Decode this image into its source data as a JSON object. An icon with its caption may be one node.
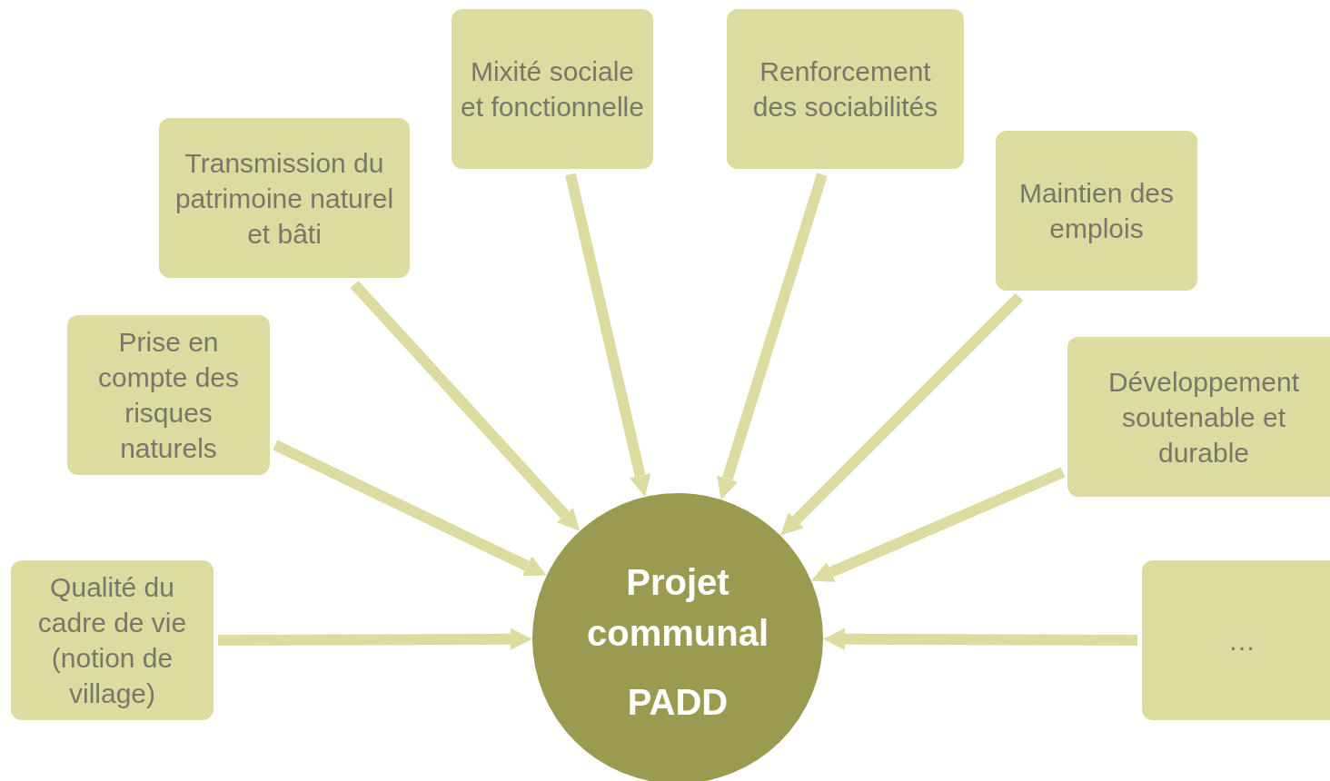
{
  "diagram": {
    "nodes": [
      {
        "text": [
          "Qualité du cadre de vie (notion de village)"
        ]
      },
      {
        "text": [
          "Prise en compte des risques naturels"
        ]
      },
      {
        "text": [
          "Transmission du patrimoine naturel et bâti"
        ]
      },
      {
        "text": [
          "Mixité sociale et fonctionnelle"
        ]
      },
      {
        "text": [
          "Renforcement des sociabilités"
        ]
      },
      {
        "text": [
          "Maintien des emplois"
        ]
      },
      {
        "text": [
          "Développement soutenable et durable"
        ]
      },
      {
        "text": [
          "…"
        ]
      },
      {
        "text": [
          "Projet communal",
          "PADD"
        ]
      }
    ],
    "edges": [
      {
        "from": 0,
        "to": 8,
        "arrow": "to"
      },
      {
        "from": 1,
        "to": 8,
        "arrow": "to"
      },
      {
        "from": 2,
        "to": 8,
        "arrow": "to"
      },
      {
        "from": 3,
        "to": 8,
        "arrow": "to"
      },
      {
        "from": 4,
        "to": 8,
        "arrow": "to"
      },
      {
        "from": 5,
        "to": 8,
        "arrow": "to"
      },
      {
        "from": 6,
        "to": 8,
        "arrow": "to"
      },
      {
        "from": 7,
        "to": 8,
        "arrow": "to"
      }
    ]
  }
}
